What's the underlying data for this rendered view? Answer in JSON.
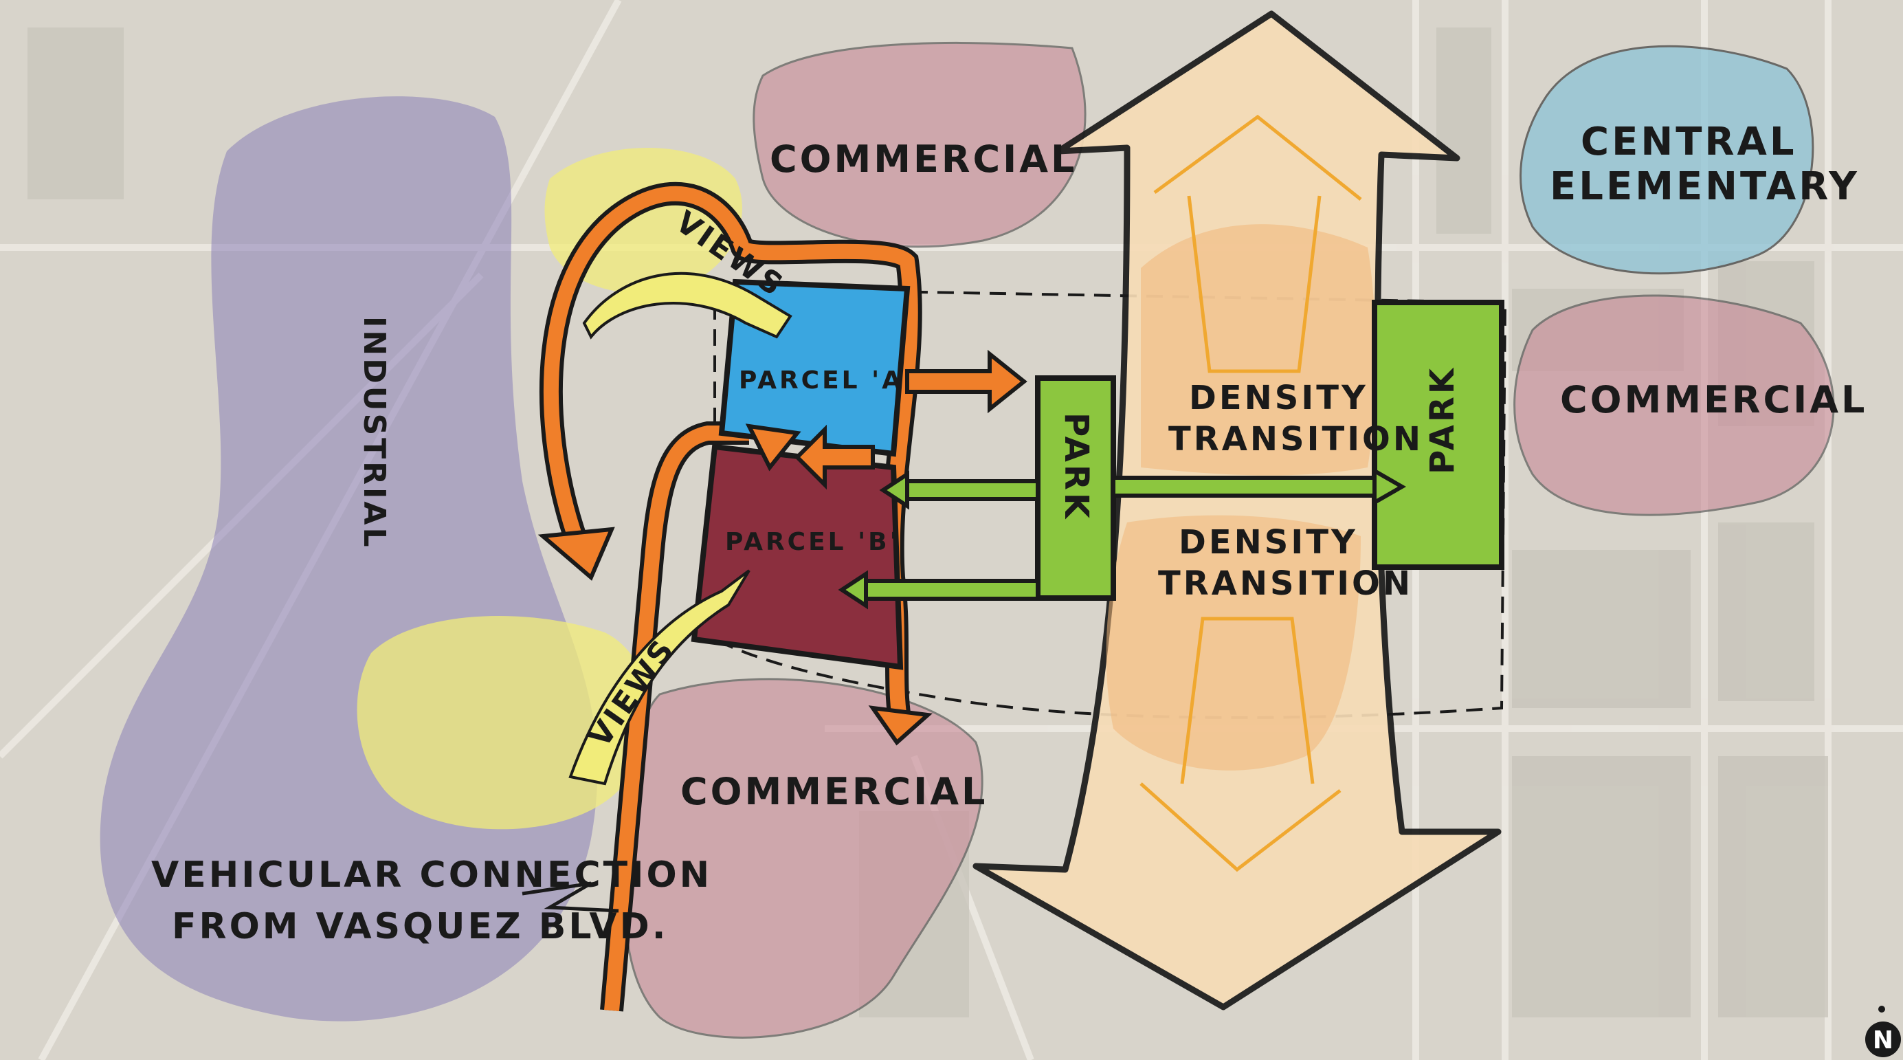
{
  "labels": {
    "industrial": "INDUSTRIAL",
    "commercial_top": "COMMERCIAL",
    "central_elementary_1": "CENTRAL",
    "central_elementary_2": "ELEMENTARY",
    "commercial_right": "COMMERCIAL",
    "commercial_bottom": "COMMERCIAL",
    "views_top": "VIEWS",
    "views_bottom": "VIEWS",
    "parcel_a": "PARCEL 'A'",
    "parcel_b": "PARCEL 'B'",
    "density_transition_top_1": "DENSITY",
    "density_transition_top_2": "TRANSITION",
    "density_transition_bottom_1": "DENSITY",
    "density_transition_bottom_2": "TRANSITION",
    "park_left": "PARK",
    "park_right": "PARK",
    "vehicular_1": "VEHICULAR CONNECTION",
    "vehicular_2": "FROM VASQUEZ BLVD.",
    "north": "N"
  },
  "colors": {
    "industrial": "#8a7fb8",
    "commercial": "#c98a98",
    "school": "#8cc3d6",
    "views": "#f1ec7a",
    "parcel_a": "#3aa6e0",
    "parcel_b": "#8b2f3e",
    "park": "#8cc63f",
    "density": "#f6dcb6",
    "density_dark": "#f0b77a",
    "orange_arrow": "#f07f2a",
    "ink": "#1a1a1a"
  }
}
